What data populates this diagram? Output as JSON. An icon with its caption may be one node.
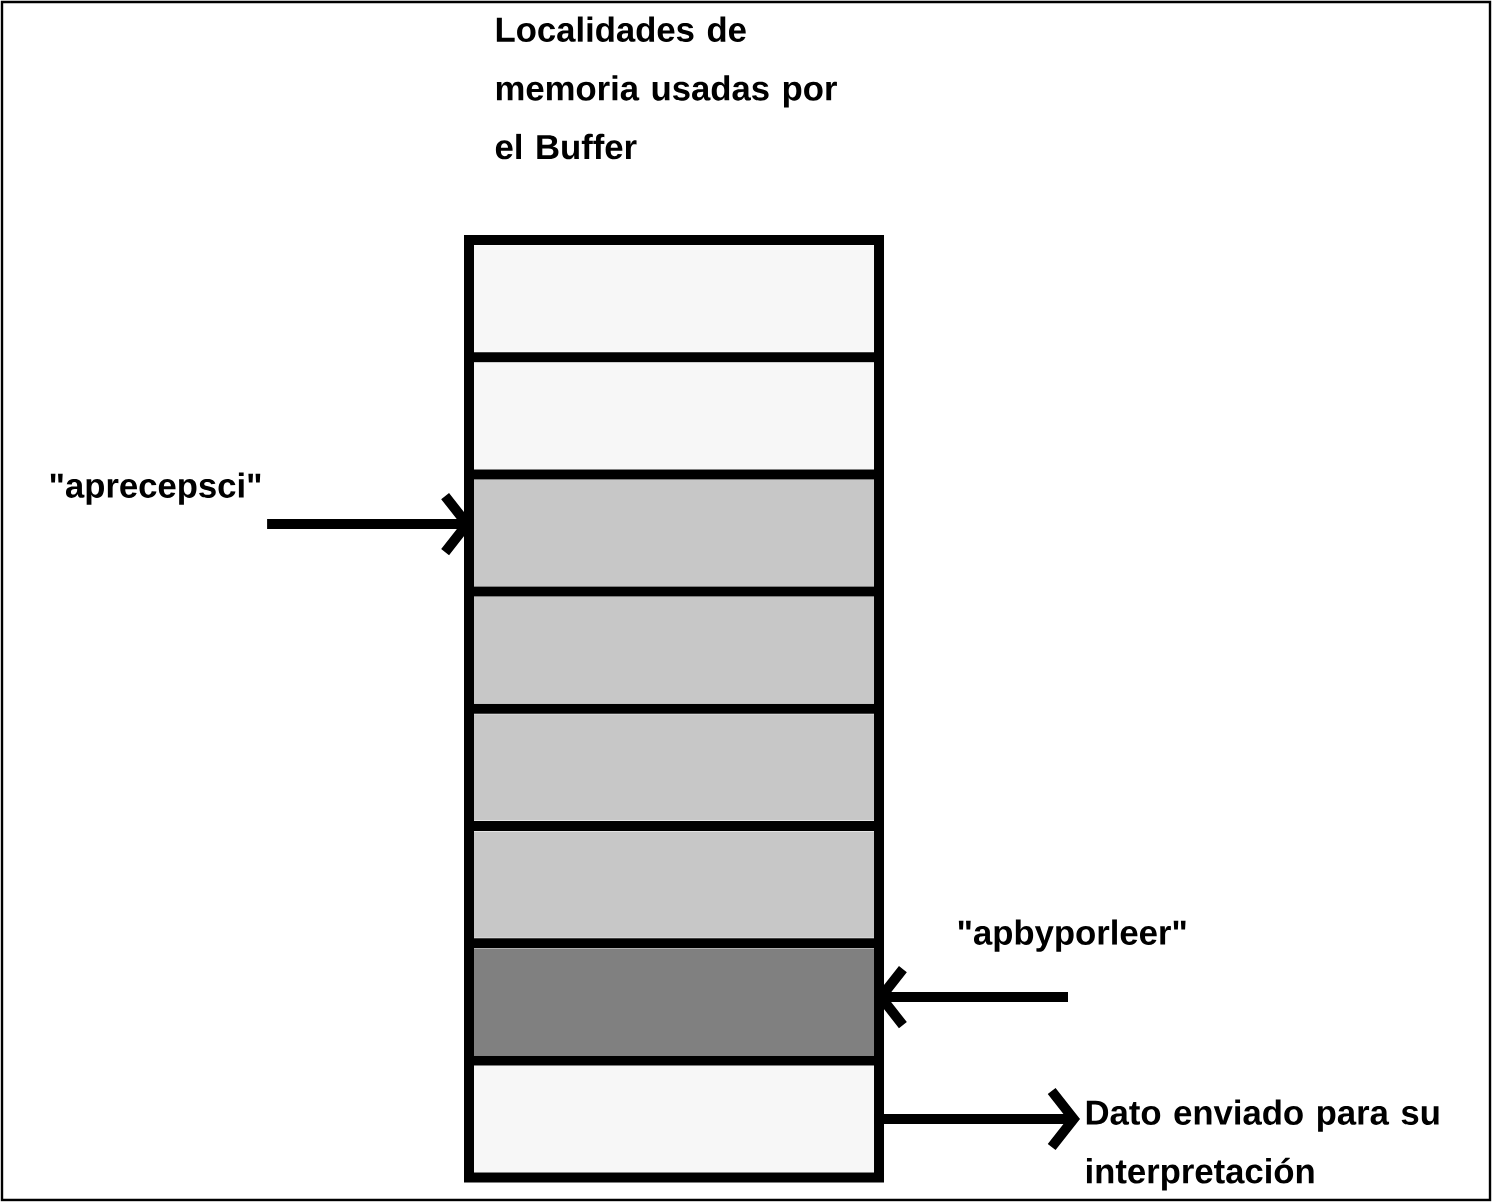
{
  "diagram": {
    "title": "Localidades de memoria usadas por el Buffer",
    "nodes": [
      {
        "text": [],
        "shape": "box"
      },
      {
        "text": [],
        "shape": "box"
      },
      {
        "text": [],
        "shape": "box"
      },
      {
        "text": [],
        "shape": "box"
      },
      {
        "text": [],
        "shape": "box"
      },
      {
        "text": [],
        "shape": "box"
      },
      {
        "text": [],
        "shape": "box"
      },
      {
        "text": [],
        "shape": "box"
      },
      {
        "text": [
          "\"aprecepsci\""
        ]
      },
      {
        "text": [
          "\"apbyporleer\""
        ]
      },
      {
        "text": [
          "Dato enviado para su interpretación"
        ]
      }
    ],
    "edges": [
      {
        "from": 8,
        "to": 2,
        "arrow": "to"
      },
      {
        "from": 9,
        "to": 6,
        "arrow": "to"
      },
      {
        "from": 7,
        "to": 10,
        "arrow": "to"
      }
    ]
  }
}
